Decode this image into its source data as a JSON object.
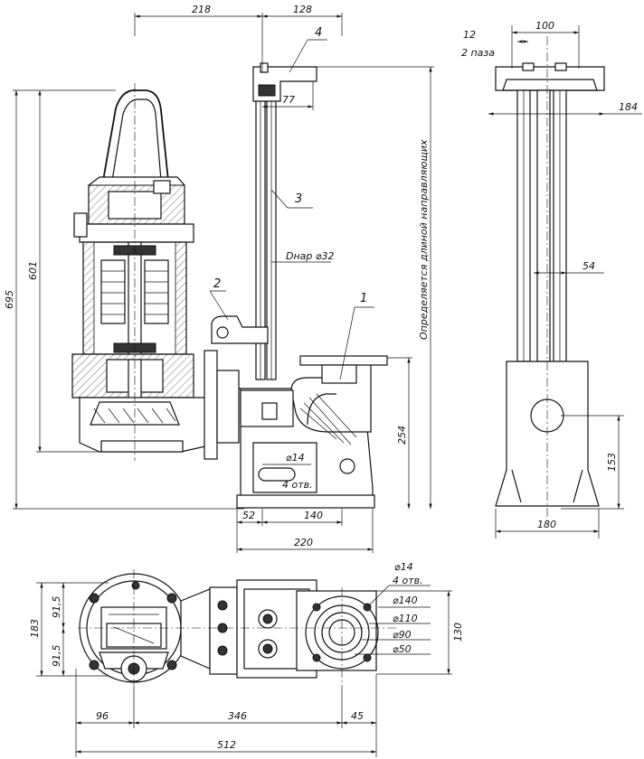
{
  "dimensions": {
    "top_218": "218",
    "top_128": "128",
    "overall_height_695": "695",
    "pump_height_601": "601",
    "bracket_77": "77",
    "guide_pipe_diameter": "Dнар ⌀32",
    "outlet_height_254": "254",
    "hole_diameter": "⌀14",
    "hole_count": "4 отв.",
    "base_52": "52",
    "base_140": "140",
    "base_220": "220",
    "side_12": "12",
    "side_slots": "2 паза",
    "side_100": "100",
    "side_184": "184",
    "side_54": "54",
    "side_153": "153",
    "side_180": "180",
    "plan_91_5_top": "91,5",
    "plan_91_5_bottom": "91,5",
    "plan_183": "183",
    "plan_96": "96",
    "plan_346": "346",
    "plan_45": "45",
    "plan_512": "512",
    "flange_hole": "⌀14",
    "flange_hole_count": "4 отв.",
    "flange_140": "⌀140",
    "flange_110": "⌀110",
    "flange_90": "⌀90",
    "flange_50": "⌀50",
    "flange_130": "130"
  },
  "callouts": {
    "c1": "1",
    "c2": "2",
    "c3": "3",
    "c4": "4"
  },
  "note_guide_length": "Определяется длиной направляющих"
}
